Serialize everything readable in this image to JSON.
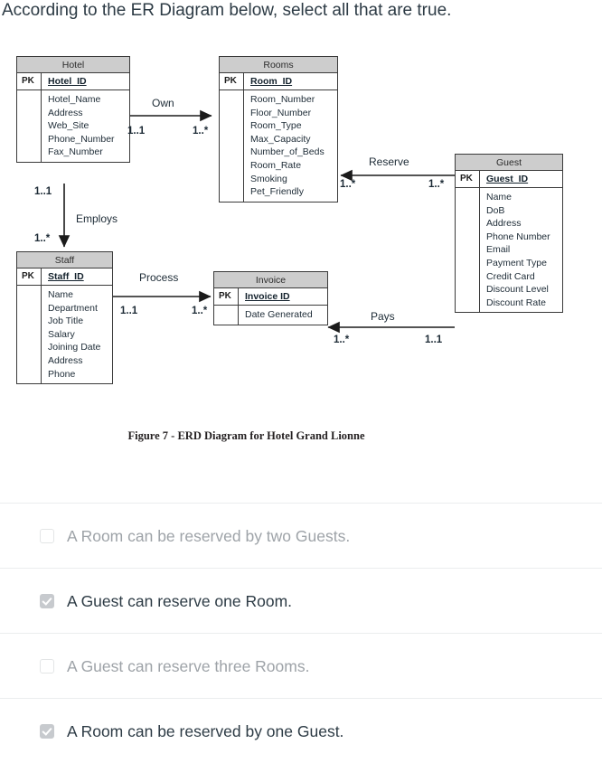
{
  "question": {
    "prompt": "According to the ER Diagram below, select all that are true."
  },
  "diagram": {
    "caption": "Figure 7 - ERD Diagram for Hotel Grand Lionne",
    "header_color": "#cdcdcd",
    "border_color": "#3a3a3a",
    "entities": [
      {
        "id": "hotel",
        "title": "Hotel",
        "pk_label": "PK",
        "key": "Hotel_ID",
        "attributes": [
          "Hotel_Name",
          "Address",
          "Web_Site",
          "Phone_Number",
          "Fax_Number"
        ]
      },
      {
        "id": "rooms",
        "title": "Rooms",
        "pk_label": "PK",
        "key": "Room_ID",
        "attributes": [
          "Room_Number",
          "Floor_Number",
          "Room_Type",
          "Max_Capacity",
          "Number_of_Beds",
          "Room_Rate",
          "Smoking",
          "Pet_Friendly"
        ]
      },
      {
        "id": "guest",
        "title": "Guest",
        "pk_label": "PK",
        "key": "Guest_ID",
        "attributes": [
          "Name",
          "DoB",
          "Address",
          "Phone Number",
          "Email",
          "Payment Type",
          "Credit Card",
          "Discount Level",
          "Discount Rate"
        ]
      },
      {
        "id": "staff",
        "title": "Staff",
        "pk_label": "PK",
        "key": "Staff_ID",
        "attributes": [
          "Name",
          "Department",
          "Job Title",
          "Salary",
          "Joining Date",
          "Address",
          "Phone"
        ]
      },
      {
        "id": "invoice",
        "title": "Invoice",
        "pk_label": "PK",
        "key": "Invoice ID",
        "attributes": [
          "Date Generated"
        ]
      }
    ],
    "relationships": [
      {
        "id": "own",
        "label": "Own",
        "from": "Hotel",
        "to": "Rooms",
        "from_card": "1..1",
        "to_card": "1..*"
      },
      {
        "id": "employs",
        "label": "Employs",
        "from": "Hotel",
        "to": "Staff",
        "from_card": "1..1",
        "to_card": "1..*"
      },
      {
        "id": "reserve",
        "label": "Reserve",
        "from": "Guest",
        "to": "Rooms",
        "from_card": "1..*",
        "to_card": "1..*"
      },
      {
        "id": "process",
        "label": "Process",
        "from": "Staff",
        "to": "Invoice",
        "from_card": "1..1",
        "to_card": "1..*"
      },
      {
        "id": "pays",
        "label": "Pays",
        "from": "Guest",
        "to": "Invoice",
        "from_card": "1..1",
        "to_card": "1..*"
      }
    ]
  },
  "options": [
    {
      "id": "opt1",
      "label": "A Room can be reserved by two Guests.",
      "checked": false
    },
    {
      "id": "opt2",
      "label": "A Guest can reserve one Room.",
      "checked": true
    },
    {
      "id": "opt3",
      "label": "A Guest can reserve three Rooms.",
      "checked": false
    },
    {
      "id": "opt4",
      "label": "A Room can be reserved by one Guest.",
      "checked": true
    }
  ]
}
